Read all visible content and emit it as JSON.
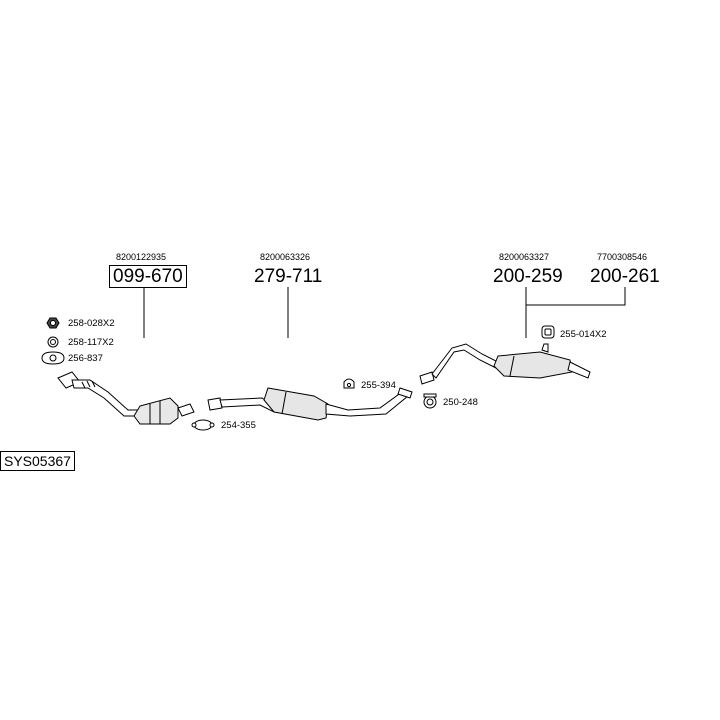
{
  "system_id": "SYS05367",
  "assemblies": [
    {
      "oem": "8200122935",
      "part": "099-670"
    },
    {
      "oem": "8200063326",
      "part": "279-711"
    },
    {
      "oem": "8200063327",
      "part": "200-259"
    },
    {
      "oem": "7700308546",
      "part": "200-261"
    }
  ],
  "fittings": {
    "nut": "258-028X2",
    "washer": "258-117X2",
    "gasket_front": "256-837",
    "clamp_front": "254-355",
    "hanger_mid": "255-394",
    "clamp_mid": "250-248",
    "hanger_rear": "255-014X2"
  },
  "icons": {
    "nut": "hex-nut-icon",
    "washer": "washer-icon",
    "gasket": "gasket-icon",
    "clamp": "clamp-icon",
    "hanger": "rubber-hanger-icon"
  }
}
